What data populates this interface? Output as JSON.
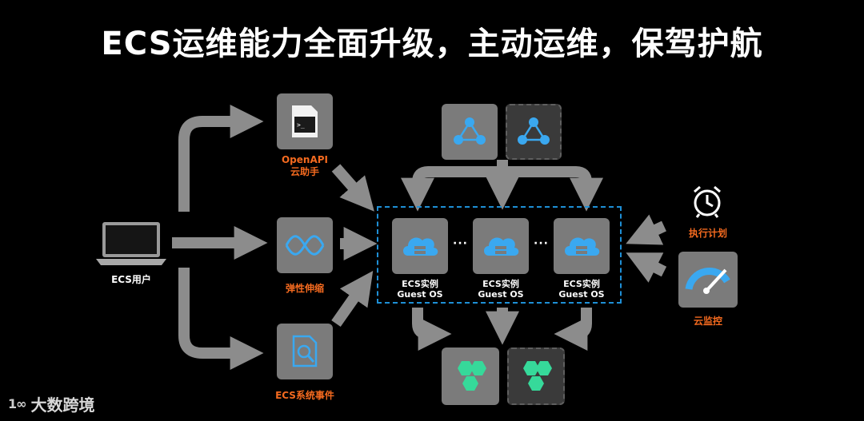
{
  "title": "ECS运维能力全面升级，主动运维，保驾护航",
  "nodes": {
    "user": "ECS用户",
    "openapi_line1": "OpenAPI",
    "openapi_line2": "云助手",
    "autoscale": "弹性伸缩",
    "events": "ECS系统事件",
    "scheduled": "执行计划",
    "monitor": "云监控"
  },
  "instances": [
    {
      "line1": "ECS实例",
      "line2": "Guest OS"
    },
    {
      "line1": "ECS实例",
      "line2": "Guest OS"
    },
    {
      "line1": "ECS实例",
      "line2": "Guest OS"
    }
  ],
  "ellipsis": "···",
  "watermark": "大数跨境",
  "watermark_logo": "1∞",
  "colors": {
    "arrow": "#8c8c8c",
    "tile": "#7b7b7b",
    "tile_dark": "#3a3a3a",
    "label_orange": "#f46a1f",
    "group_border": "#1e8fd6",
    "icon_blue": "#3aa8f0",
    "icon_green": "#36d99a"
  }
}
